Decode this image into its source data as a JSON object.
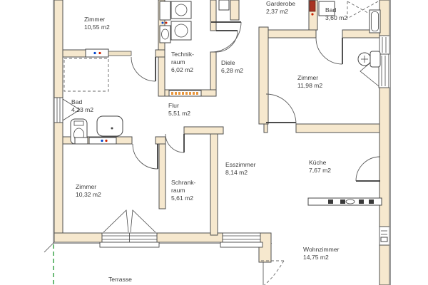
{
  "floor_plan": {
    "rooms": [
      {
        "id": "zimmer-nw",
        "lines": [
          "Zimmer",
          "10,55 m2"
        ]
      },
      {
        "id": "technikraum",
        "lines": [
          "Technik-",
          "raum",
          "6,02 m2"
        ]
      },
      {
        "id": "diele",
        "lines": [
          "Diele",
          "6,28 m2"
        ]
      },
      {
        "id": "garderobe",
        "lines": [
          "Garderobe",
          "2,37 m2"
        ]
      },
      {
        "id": "bad-ne",
        "lines": [
          "Bad",
          "3,60 m2"
        ]
      },
      {
        "id": "zimmer-ne",
        "lines": [
          "Zimmer",
          "11,98 m2"
        ]
      },
      {
        "id": "bad-w",
        "lines": [
          "Bad",
          "4,23 m2"
        ]
      },
      {
        "id": "flur",
        "lines": [
          "Flur",
          "5,51 m2"
        ]
      },
      {
        "id": "zimmer-sw",
        "lines": [
          "Zimmer",
          "10,32 m2"
        ]
      },
      {
        "id": "schrankraum",
        "lines": [
          "Schrank-",
          "raum",
          "5,61 m2"
        ]
      },
      {
        "id": "esszimmer",
        "lines": [
          "Esszimmer",
          "8,14 m2"
        ]
      },
      {
        "id": "kueche",
        "lines": [
          "Küche",
          "7,67 m2"
        ]
      },
      {
        "id": "wohnzimmer",
        "lines": [
          "Wohnzimmer",
          "14,75 m2"
        ]
      },
      {
        "id": "terrasse",
        "lines": [
          "Terrasse"
        ]
      }
    ],
    "colors": {
      "wall_fill": "#f6e8ce",
      "wall_stroke": "#4f4f4f",
      "label_text": "#3c3c3c",
      "boundary_green": "#2f9e3f",
      "radiator_orange": "#e8963c",
      "hot_water_red": "#cc2200",
      "cold_water_blue": "#0044cc"
    }
  }
}
